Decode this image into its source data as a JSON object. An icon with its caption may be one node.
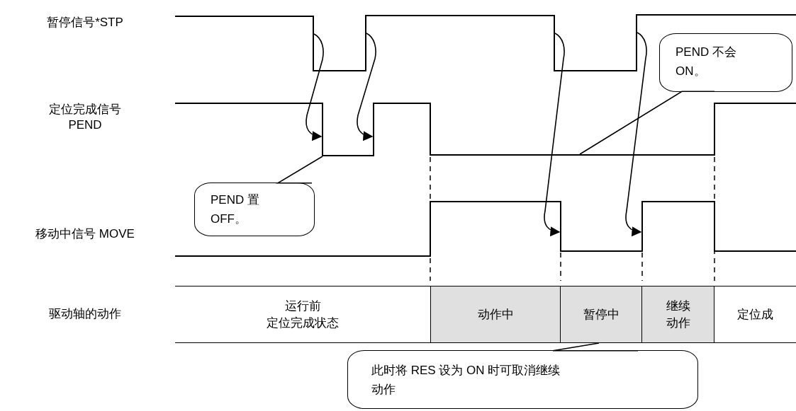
{
  "diagram": {
    "nodes": [
      {
        "text": [],
        "shape": "line"
      },
      {
        "text": [],
        "shape": "line"
      },
      {
        "text": [],
        "shape": "line"
      },
      {
        "text": [],
        "shape": "line"
      },
      {
        "text": [
          "PEND 不会 ON。"
        ]
      },
      {
        "text": [],
        "shape": "line"
      },
      {
        "text": [],
        "shape": "line"
      },
      {
        "text": [],
        "shape": "line"
      },
      {
        "text": [
          "PEND 置 OFF。"
        ]
      },
      {
        "text": [],
        "shape": "line"
      },
      {
        "text": [],
        "shape": "line"
      },
      {
        "text": [
          "运行前",
          "定位完成状态"
        ]
      },
      {
        "text": [
          "动作中"
        ]
      },
      {
        "text": [
          "暂停中"
        ]
      },
      {
        "text": [
          "继续动作"
        ]
      },
      {
        "text": [
          "定位成"
        ]
      },
      {
        "text": [
          "此时将 RES 设为 ON 时可取消继续动作"
        ]
      }
    ],
    "edges": [
      {
        "from": 0,
        "to": 5,
        "arrow": "to"
      },
      {
        "from": 1,
        "to": 6,
        "arrow": "to"
      },
      {
        "from": 2,
        "to": 9,
        "arrow": "to"
      },
      {
        "from": 3,
        "to": 10,
        "arrow": "to"
      },
      {
        "from": 8,
        "to": 5,
        "arrow": "none"
      },
      {
        "from": 4,
        "to": 7,
        "arrow": "none"
      },
      {
        "from": 16,
        "to": 13,
        "arrow": "none"
      }
    ],
    "labels": [
      "暂停信号*STP",
      "定位完成信号 PEND",
      "移动中信号 MOVE",
      "驱动轴的动作"
    ]
  }
}
